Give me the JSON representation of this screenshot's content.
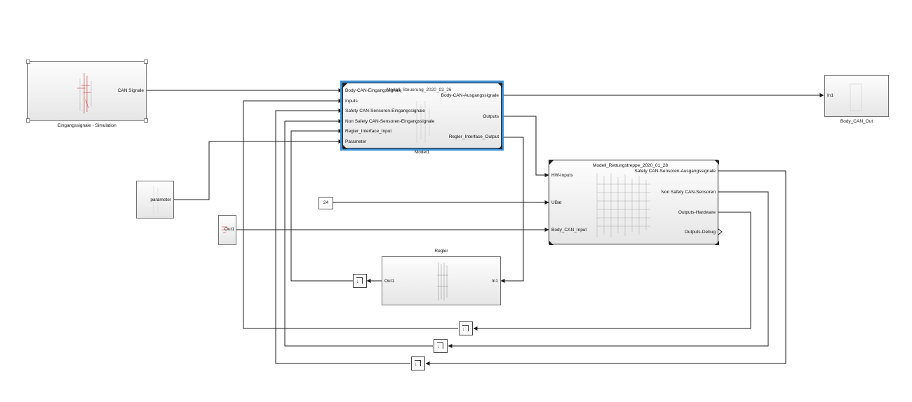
{
  "blocks": {
    "eingang": {
      "name": "Eingangssignale - Simulation",
      "out1": "CAN Signale"
    },
    "model1": {
      "title": "Modell_Steuerung_2020_03_26",
      "name": "Model1",
      "inputs": [
        "Body-CAN-Eingangssignale",
        "Inputs",
        "Safety CAN-Sensoren-Eingangssignale",
        "Non Safety CAN-Sensoren-Eingangssignale",
        "Regler_Interface_Input",
        "Parameter"
      ],
      "outputs": [
        "Body-CAN-Ausgangssignale",
        "Outputs",
        "Regler_Interface_Output"
      ]
    },
    "body_can_out": {
      "name": "Body_CAN_Out",
      "in1": "In1"
    },
    "parameter": {
      "label": "parameter"
    },
    "out1_block": {
      "label": "Out1"
    },
    "constant": {
      "value": "24"
    },
    "rettung": {
      "title": "Modell_Rettungstreppe_2020_01_28",
      "inputs": [
        "HW-Inputs",
        "UBat",
        "Body_CAN_Input"
      ],
      "outputs": [
        "Safety CAN-Sensoren-Ausgangssignale",
        "Non Safety CAN-Sensoren",
        "Outputs-Hardware",
        "Outputs-Debug"
      ]
    },
    "regler": {
      "name": "Regler",
      "out1": "Out1",
      "in1": "In1"
    }
  },
  "colors": {
    "line": "#1a1a1a",
    "selection": "#3b8fd4",
    "signal_accent": "#d23a3a"
  },
  "icons": {
    "memory": "unit-delay-memory-icon"
  }
}
